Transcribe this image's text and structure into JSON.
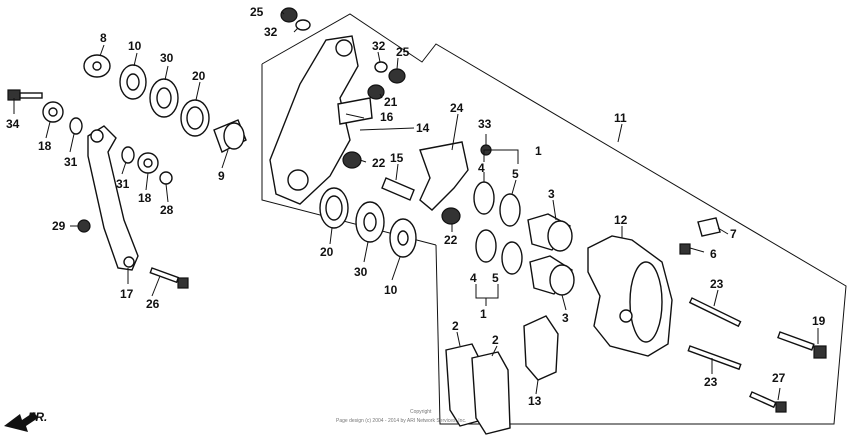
{
  "diagram": {
    "callouts": [
      "1",
      "2",
      "3",
      "4",
      "5",
      "6",
      "7",
      "8",
      "9",
      "10",
      "11",
      "12",
      "13",
      "14",
      "15",
      "16",
      "17",
      "18",
      "19",
      "20",
      "21",
      "22",
      "23",
      "24",
      "25",
      "26",
      "27",
      "28",
      "29",
      "30",
      "31",
      "32",
      "33",
      "34"
    ],
    "direction_label": "FR.",
    "copyright_line1": "Copyright",
    "copyright_line2": "Page design (c) 2004 - 2014 by ARI Network Services, Inc."
  }
}
